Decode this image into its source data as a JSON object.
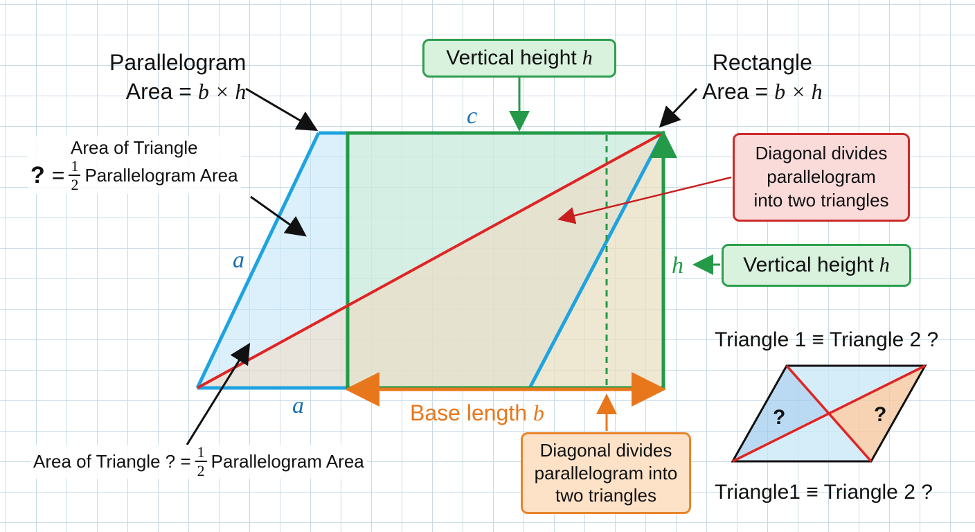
{
  "top_box": {
    "text": "Vertical height",
    "var": "h"
  },
  "right_box": {
    "text": "Vertical height",
    "var": "h"
  },
  "red_box": {
    "line1": "Diagonal divides",
    "line2": "parallelogram",
    "line3": "into two triangles"
  },
  "orange_box": {
    "line1": "Diagonal divides",
    "line2": "parallelogram into",
    "line3": "two triangles"
  },
  "parallelogram_label": {
    "title": "Parallelogram",
    "area": "Area =",
    "formula": "b × h"
  },
  "rectangle_label": {
    "title": "Rectangle",
    "area": "Area =",
    "formula": "b × h"
  },
  "triangle_label_top": {
    "line1": "Area of Triangle",
    "q": "?",
    "eq": "=",
    "num": "1",
    "den": "2",
    "rest": "Parallelogram Area"
  },
  "triangle_label_bottom": {
    "pre": "Area of Triangle ? =",
    "num": "1",
    "den": "2",
    "rest": "Parallelogram Area"
  },
  "side_labels": {
    "a_left": "a",
    "a_bottom": "a",
    "c_top": "c",
    "h_right": "h"
  },
  "base_label": {
    "text": "Base length",
    "var": "b"
  },
  "mini": {
    "title": "Triangle 1 ≡ Triangle 2 ?",
    "caption": "Triangle1 ≡ Triangle 2 ?",
    "q1": "?",
    "q2": "?"
  },
  "colors": {
    "blue": "#1fa3e0",
    "green": "#249a48",
    "red": "#e02424",
    "orange": "#e8771c",
    "label_blue": "#1b6fb0"
  }
}
